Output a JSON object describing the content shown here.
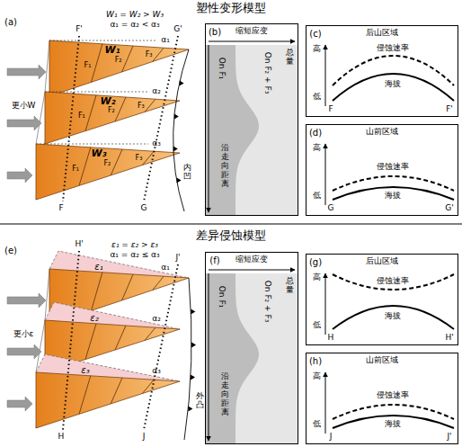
{
  "diagram": {
    "nodes": [
      {
        "text": [
          "缩短应变"
        ]
      },
      {
        "text": [
          "On F₁"
        ],
        "in": 0
      },
      {
        "text": [
          "On F₂ + F₃"
        ],
        "in": 0
      },
      {
        "text": [
          "后山区域"
        ]
      },
      {
        "text": [
          "山前区域"
        ]
      },
      {
        "text": [
          "缩短应变"
        ]
      },
      {
        "text": [
          "On F₁"
        ],
        "in": 5
      },
      {
        "text": [
          "On F₂ + F₃"
        ],
        "in": 5
      },
      {
        "text": [
          "后山区域"
        ]
      },
      {
        "text": [
          "山前区域"
        ]
      }
    ],
    "labels": [
      "塑性变形模型",
      "(a)",
      "W₁ = W₂ > W₃",
      "α₁ = α₂ < α₃",
      "F'",
      "G'",
      "α₁",
      "W₁",
      "F₁",
      "F₂",
      "F₃",
      "更小W",
      "α₂",
      "W₂",
      "F₁",
      "F₂",
      "F₃",
      "α₃",
      "W₃",
      "F₁",
      "F₂",
      "F₃",
      "F",
      "G",
      "内凹",
      "(b)",
      "沿走向距离",
      "总量",
      "(c)",
      "高",
      "低",
      "侵蚀速率",
      "海拔",
      "F",
      "F'",
      "(d)",
      "高",
      "低",
      "侵蚀速率",
      "海拔",
      "G",
      "G'",
      "差异侵蚀模型",
      "(e)",
      "ε₁ = ε₂ > ε₃",
      "α₁ = α₂ ≤ α₃",
      "H'",
      "J'",
      "α₁",
      "ε₁",
      "更小ε",
      "α₂",
      "ε₂",
      "α₃",
      "ε₃",
      "H",
      "J",
      "外凸",
      "(f)",
      "沿走向距离",
      "总量",
      "(g)",
      "高",
      "低",
      "侵蚀速率",
      "海拔",
      "H",
      "H'",
      "(h)",
      "高",
      "低",
      "侵蚀速率",
      "海拔",
      "J",
      "J'"
    ]
  }
}
